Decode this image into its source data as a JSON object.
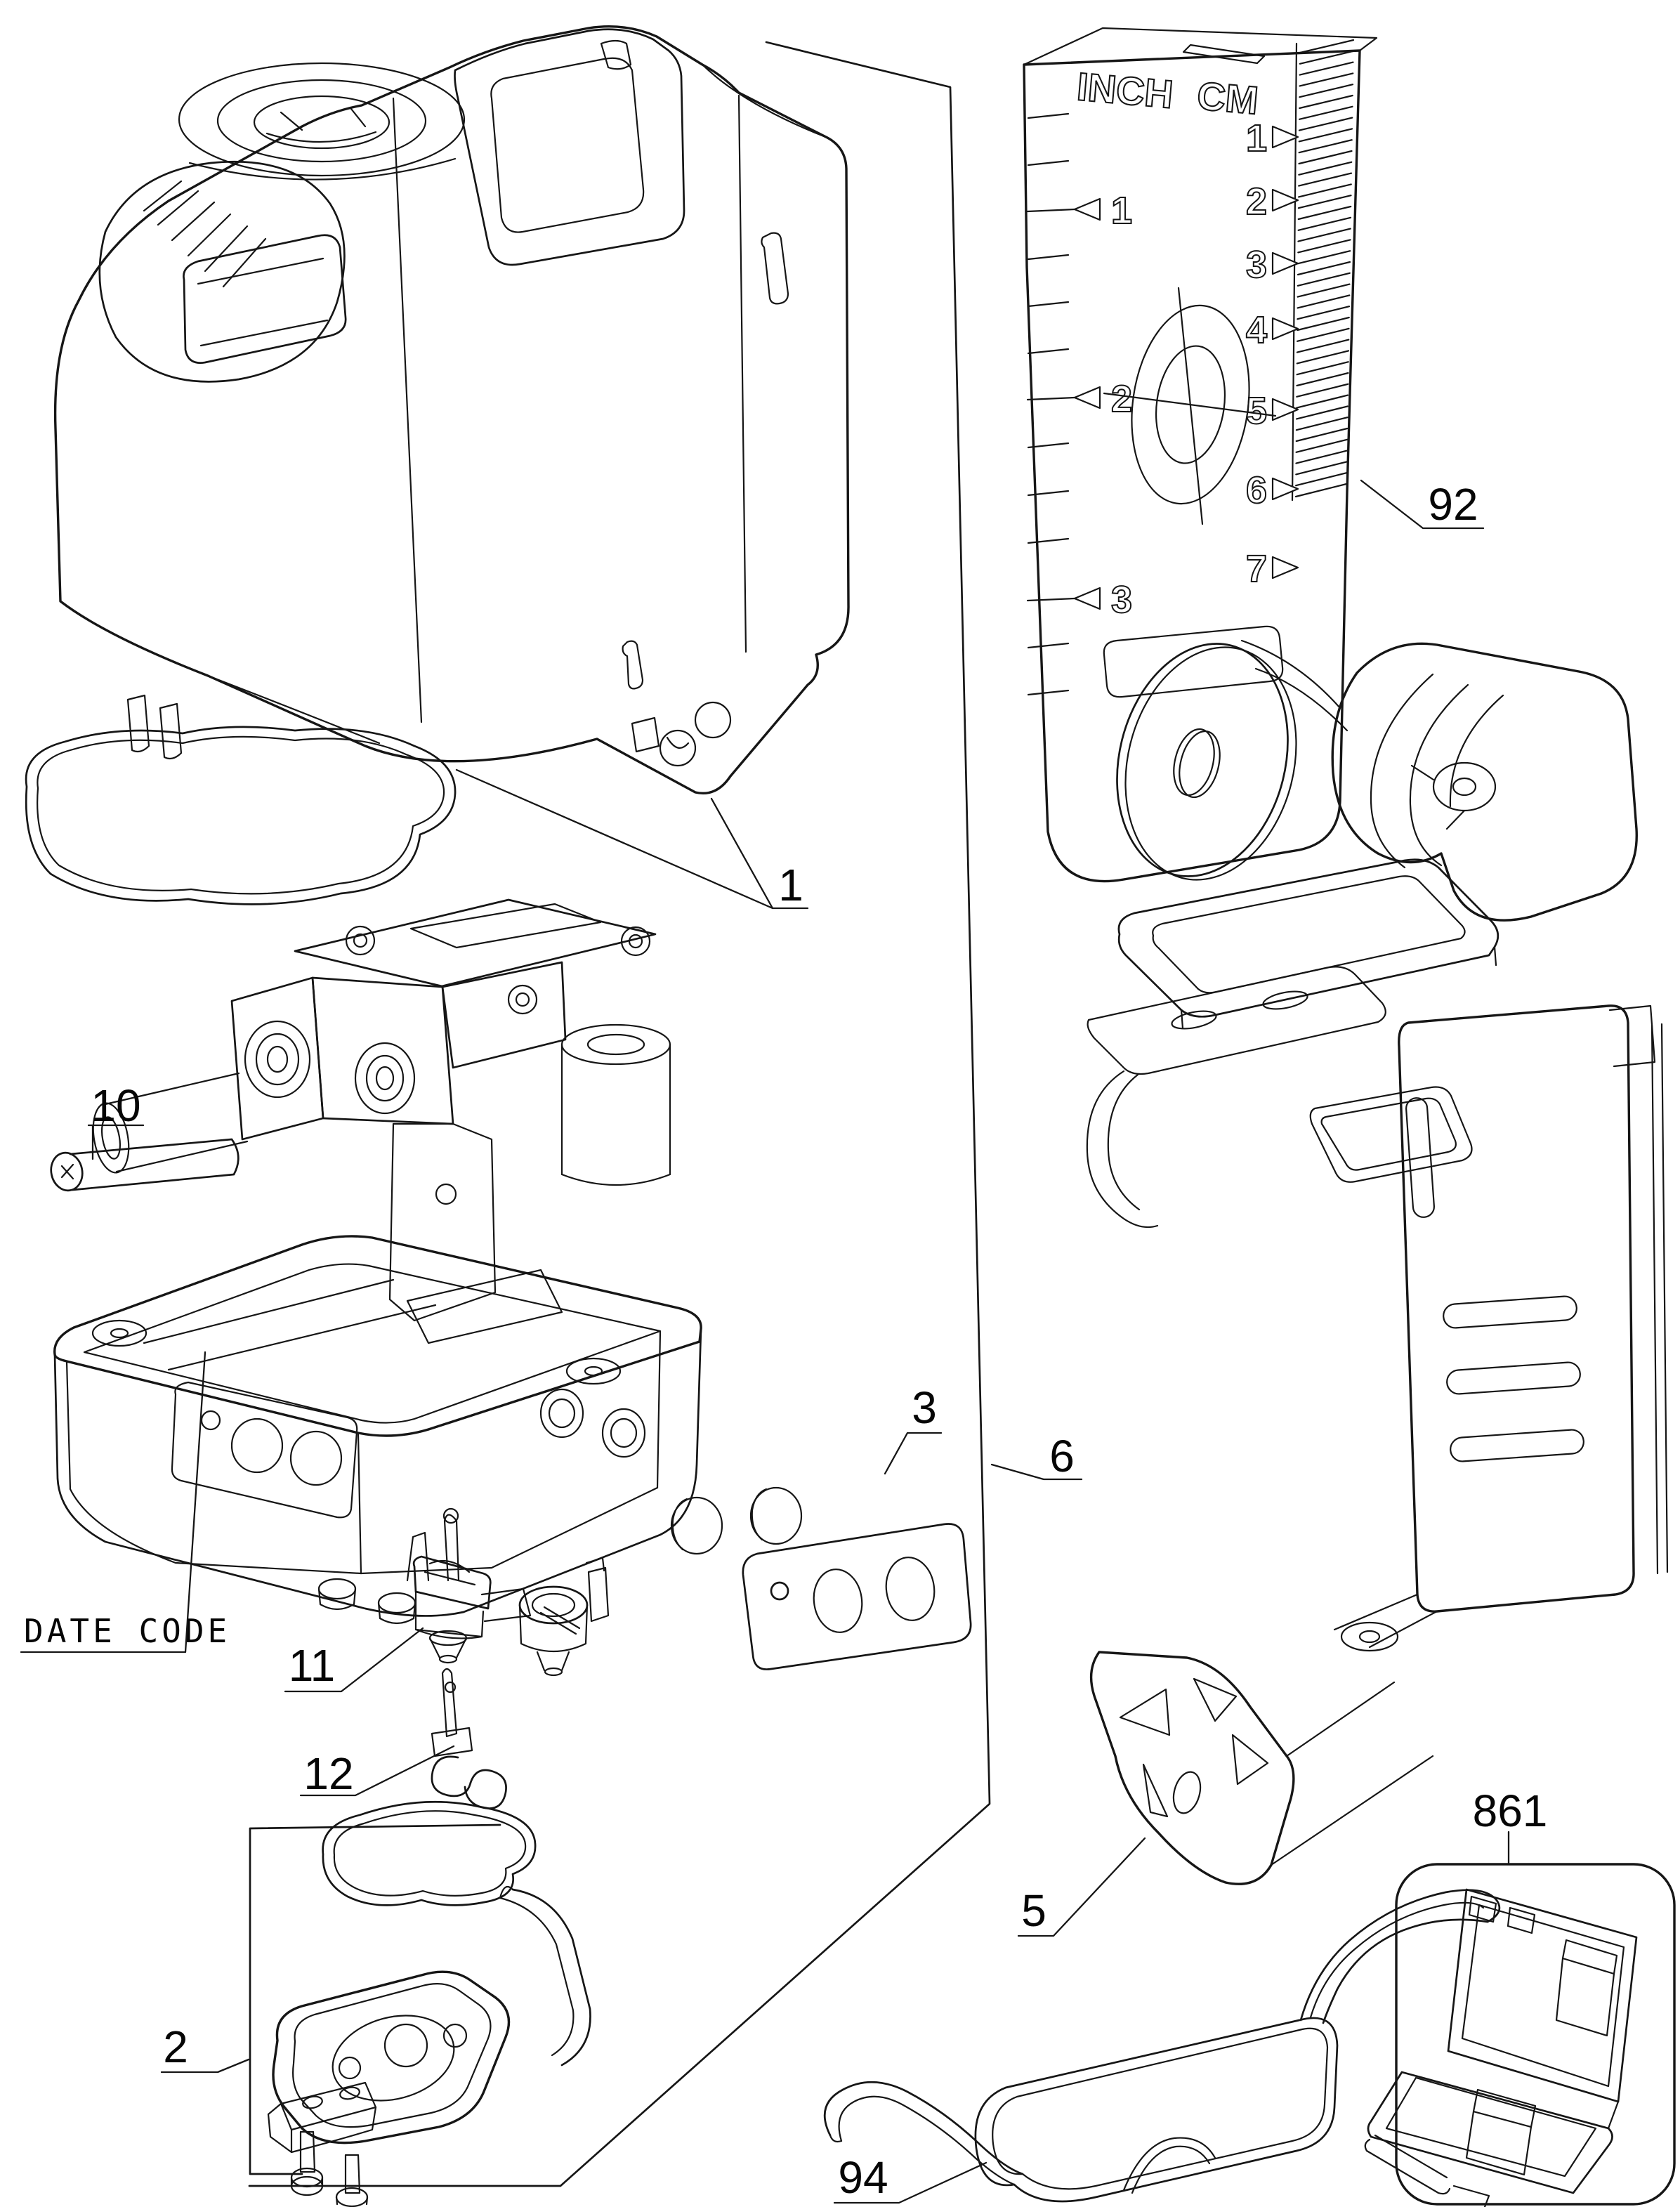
{
  "document": {
    "type": "exploded-parts-diagram",
    "subject": "laser level tool with mounting bracket and accessories",
    "background_color": "#ffffff",
    "line_color": "#161616"
  },
  "labels": {
    "p1": "1",
    "p2": "2",
    "p3": "3",
    "p5": "5",
    "p6": "6",
    "p10": "10",
    "p11": "11",
    "p12": "12",
    "p92": "92",
    "p94": "94",
    "p861": "861"
  },
  "annotations": {
    "date_code": "DATE CODE"
  },
  "card": {
    "inch": "INCH",
    "cm": "CM",
    "inch_marks": [
      "1",
      "2",
      "3"
    ],
    "cm_marks": [
      "1",
      "2",
      "3",
      "4",
      "5",
      "6",
      "7"
    ]
  }
}
